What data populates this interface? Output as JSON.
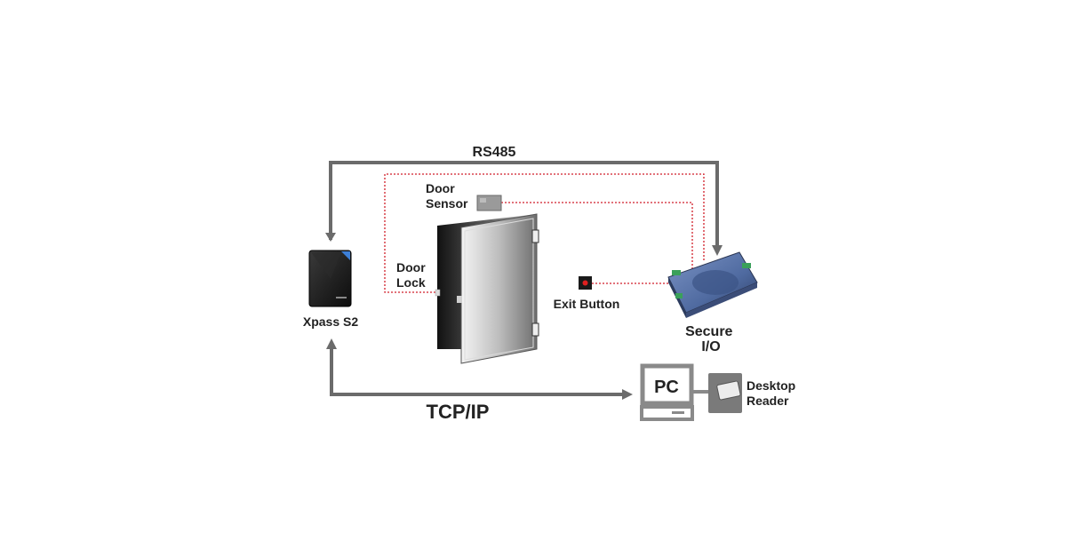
{
  "labels": {
    "rs485": "RS485",
    "door_sensor": [
      "Door",
      "Sensor"
    ],
    "door_lock": [
      "Door",
      "Lock"
    ],
    "xpass": "Xpass S2",
    "exit_button": "Exit Button",
    "secure_io": [
      "Secure",
      "I/O"
    ],
    "pc": "PC",
    "desktop_reader": [
      "Desktop",
      "Reader"
    ],
    "tcpip": "TCP/IP"
  },
  "colors": {
    "link_gray": "#6b6b6b",
    "wire_red": "#d11f2a",
    "text": "#222222"
  }
}
